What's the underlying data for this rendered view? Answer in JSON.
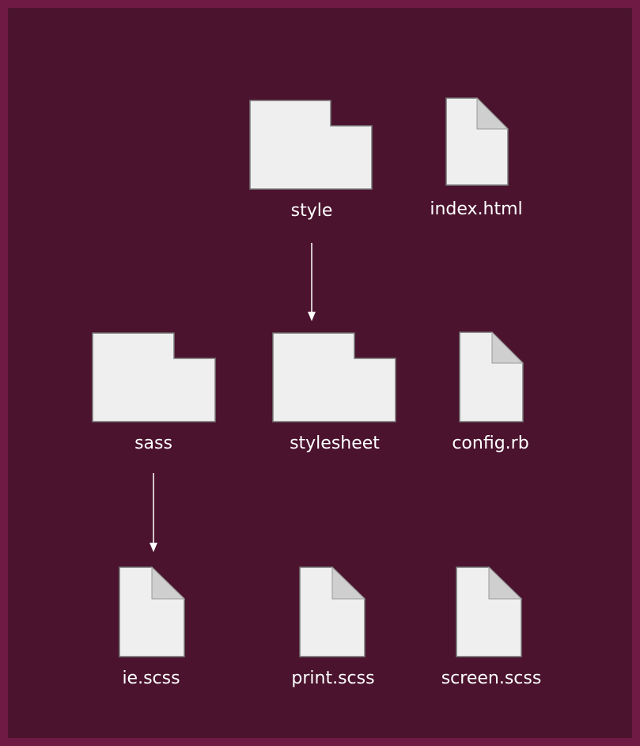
{
  "palette": {
    "outer": "#6e1a44",
    "panel": "#4b132e",
    "icon_fill": "#efefef",
    "icon_fold": "#cfcfcf",
    "icon_stroke": "#777777",
    "text": "#ffffff"
  },
  "nodes": {
    "style": {
      "label": "style",
      "icon": "folder-icon"
    },
    "index_html": {
      "label": "index.html",
      "icon": "file-icon"
    },
    "sass": {
      "label": "sass",
      "icon": "folder-icon"
    },
    "stylesheet": {
      "label": "stylesheet",
      "icon": "folder-icon"
    },
    "config_rb": {
      "label": "config.rb",
      "icon": "file-icon"
    },
    "ie_scss": {
      "label": "ie.scss",
      "icon": "file-icon"
    },
    "print_scss": {
      "label": "print.scss",
      "icon": "file-icon"
    },
    "screen_scss": {
      "label": "screen.scss",
      "icon": "file-icon"
    }
  },
  "edges": [
    {
      "from": "style",
      "to": "stylesheet"
    },
    {
      "from": "sass",
      "to": "ie_scss"
    }
  ]
}
